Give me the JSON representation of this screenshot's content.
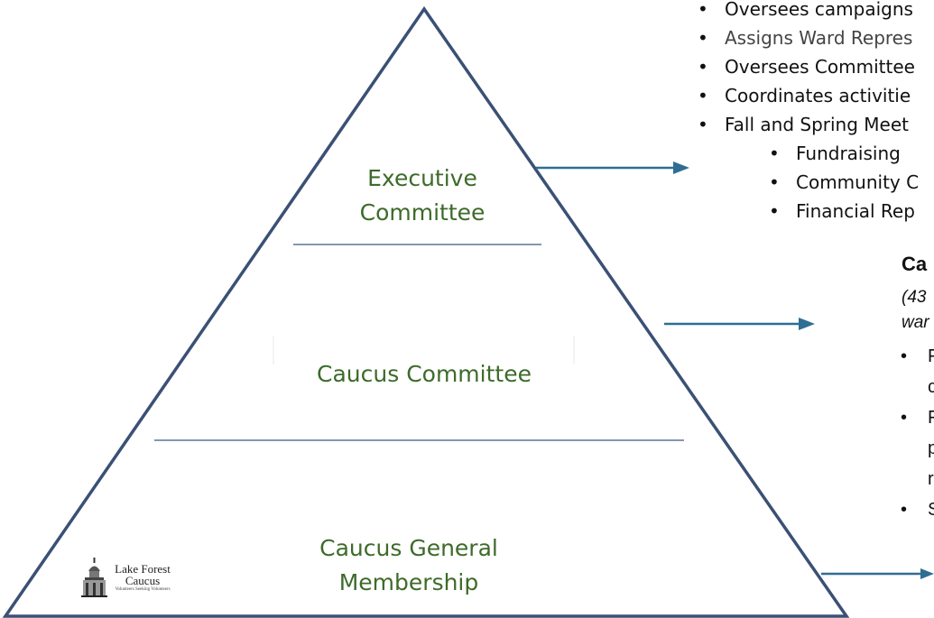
{
  "pyramid": {
    "tiers": [
      {
        "id": "executive",
        "label_line1": "Executive",
        "label_line2": "Committee"
      },
      {
        "id": "caucus-committee",
        "label_line1": "Caucus Committee",
        "label_line2": ""
      },
      {
        "id": "general",
        "label_line1": "Caucus General",
        "label_line2": "Membership"
      }
    ],
    "colors": {
      "outline": "#3b5075",
      "divider": "#5a7598",
      "arrow": "#2f6e93",
      "label": "#3d6b2a"
    }
  },
  "executive_panel": {
    "bullets": [
      "Oversees campaigns",
      "Assigns Ward Repres",
      "Oversees Committee",
      "Coordinates activitie",
      "Fall and Spring Meet"
    ],
    "sub_bullets": [
      "Fundraising",
      "Community C",
      "Financial Rep"
    ]
  },
  "caucus_panel": {
    "heading": "Ca",
    "subtitle_line1": "(43",
    "subtitle_line2": "war",
    "bullets": [
      {
        "line1": "F",
        "line2": "c",
        "line3": ""
      },
      {
        "line1": "F",
        "line2": "p",
        "line3": "r"
      },
      {
        "line1": "S",
        "line2": "",
        "line3": ""
      }
    ]
  },
  "logo": {
    "name_line1": "Lake Forest",
    "name_line2": "Caucus",
    "tagline": "Volunteers Seeking Volunteers"
  }
}
